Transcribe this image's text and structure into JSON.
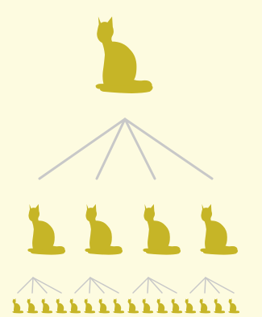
{
  "diagram": {
    "kind": "cat-family-tree",
    "levels": [
      {
        "name": "root",
        "count": 1
      },
      {
        "name": "children",
        "count": 4
      },
      {
        "name": "grandchildren",
        "count": 16
      }
    ]
  },
  "colors": {
    "background": "#fdfbe0",
    "cat": "#c6b527",
    "line": "#c8c8c8"
  },
  "icons": {
    "node": "cat-silhouette-icon"
  }
}
